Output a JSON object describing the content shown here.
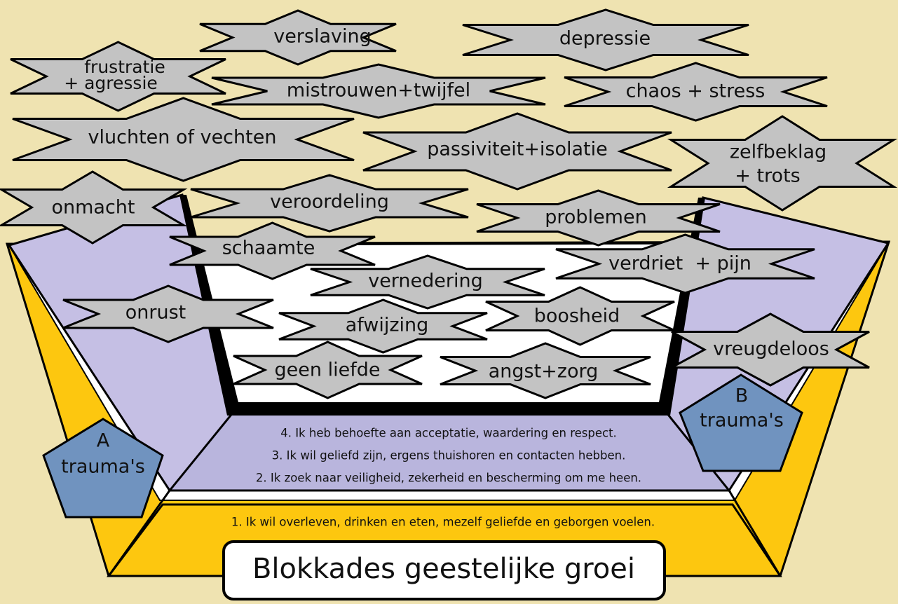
{
  "title": "Blokkades geestelijke groei",
  "needs": [
    "4. Ik heb behoefte aan acceptatie, waardering en respect.",
    "3. Ik wil geliefd zijn, ergens thuishoren en contacten hebben.",
    "2. Ik zoek naar veiligheid, zekerheid en bescherming om me heen.",
    "1. Ik wil overleven, drinken en eten, mezelf geliefde en geborgen voelen."
  ],
  "trauma_a": {
    "letter": "A",
    "label": "trauma's"
  },
  "trauma_b": {
    "letter": "B",
    "label": "trauma's"
  },
  "emotions": {
    "verslaving": "verslaving",
    "depressie": "depressie",
    "frustratie_1": "frustratie",
    "frustratie_2": "+ agressie",
    "mistrouwen": "mistrouwen+twijfel",
    "chaos": "chaos + stress",
    "vluchten": "vluchten of vechten",
    "passiviteit": "passiviteit+isolatie",
    "zelfbeklag_1": "zelfbeklag",
    "zelfbeklag_2": "+ trots",
    "onmacht": "onmacht",
    "veroordeling": "veroordeling",
    "problemen": "problemen",
    "schaamte": "schaamte",
    "verdriet": "verdriet  + pijn",
    "vernedering": "vernedering",
    "onrust": "onrust",
    "afwijzing": "afwijzing",
    "boosheid": "boosheid",
    "vreugdeloos": "vreugdeloos",
    "geen_liefde": "geen liefde",
    "angst": "angst+zorg"
  },
  "colors": {
    "background": "#efe3b1",
    "yellow": "#fdc70f",
    "lavender": "#c5bfe4",
    "star_gray": "#c3c3c3",
    "trauma_blue": "#7093bf"
  }
}
